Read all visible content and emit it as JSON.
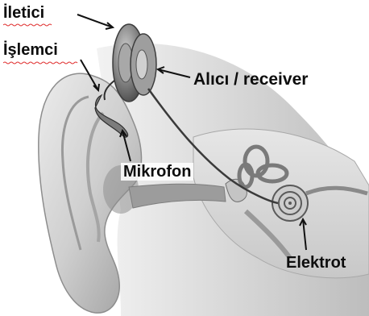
{
  "labels": {
    "transmitter": "İletici",
    "processor": "İşlemci",
    "receiver": "Alıcı / receiver",
    "microphone": "Mikrofon",
    "electrode": "Elektrot"
  },
  "colors": {
    "text": "#0d0d0d",
    "ear_light": "#d9d9d9",
    "ear_mid": "#b5b5b5",
    "ear_dark": "#7a7a7a",
    "device": "#8c8c8c",
    "spellcheck_underline": "#e03030"
  }
}
